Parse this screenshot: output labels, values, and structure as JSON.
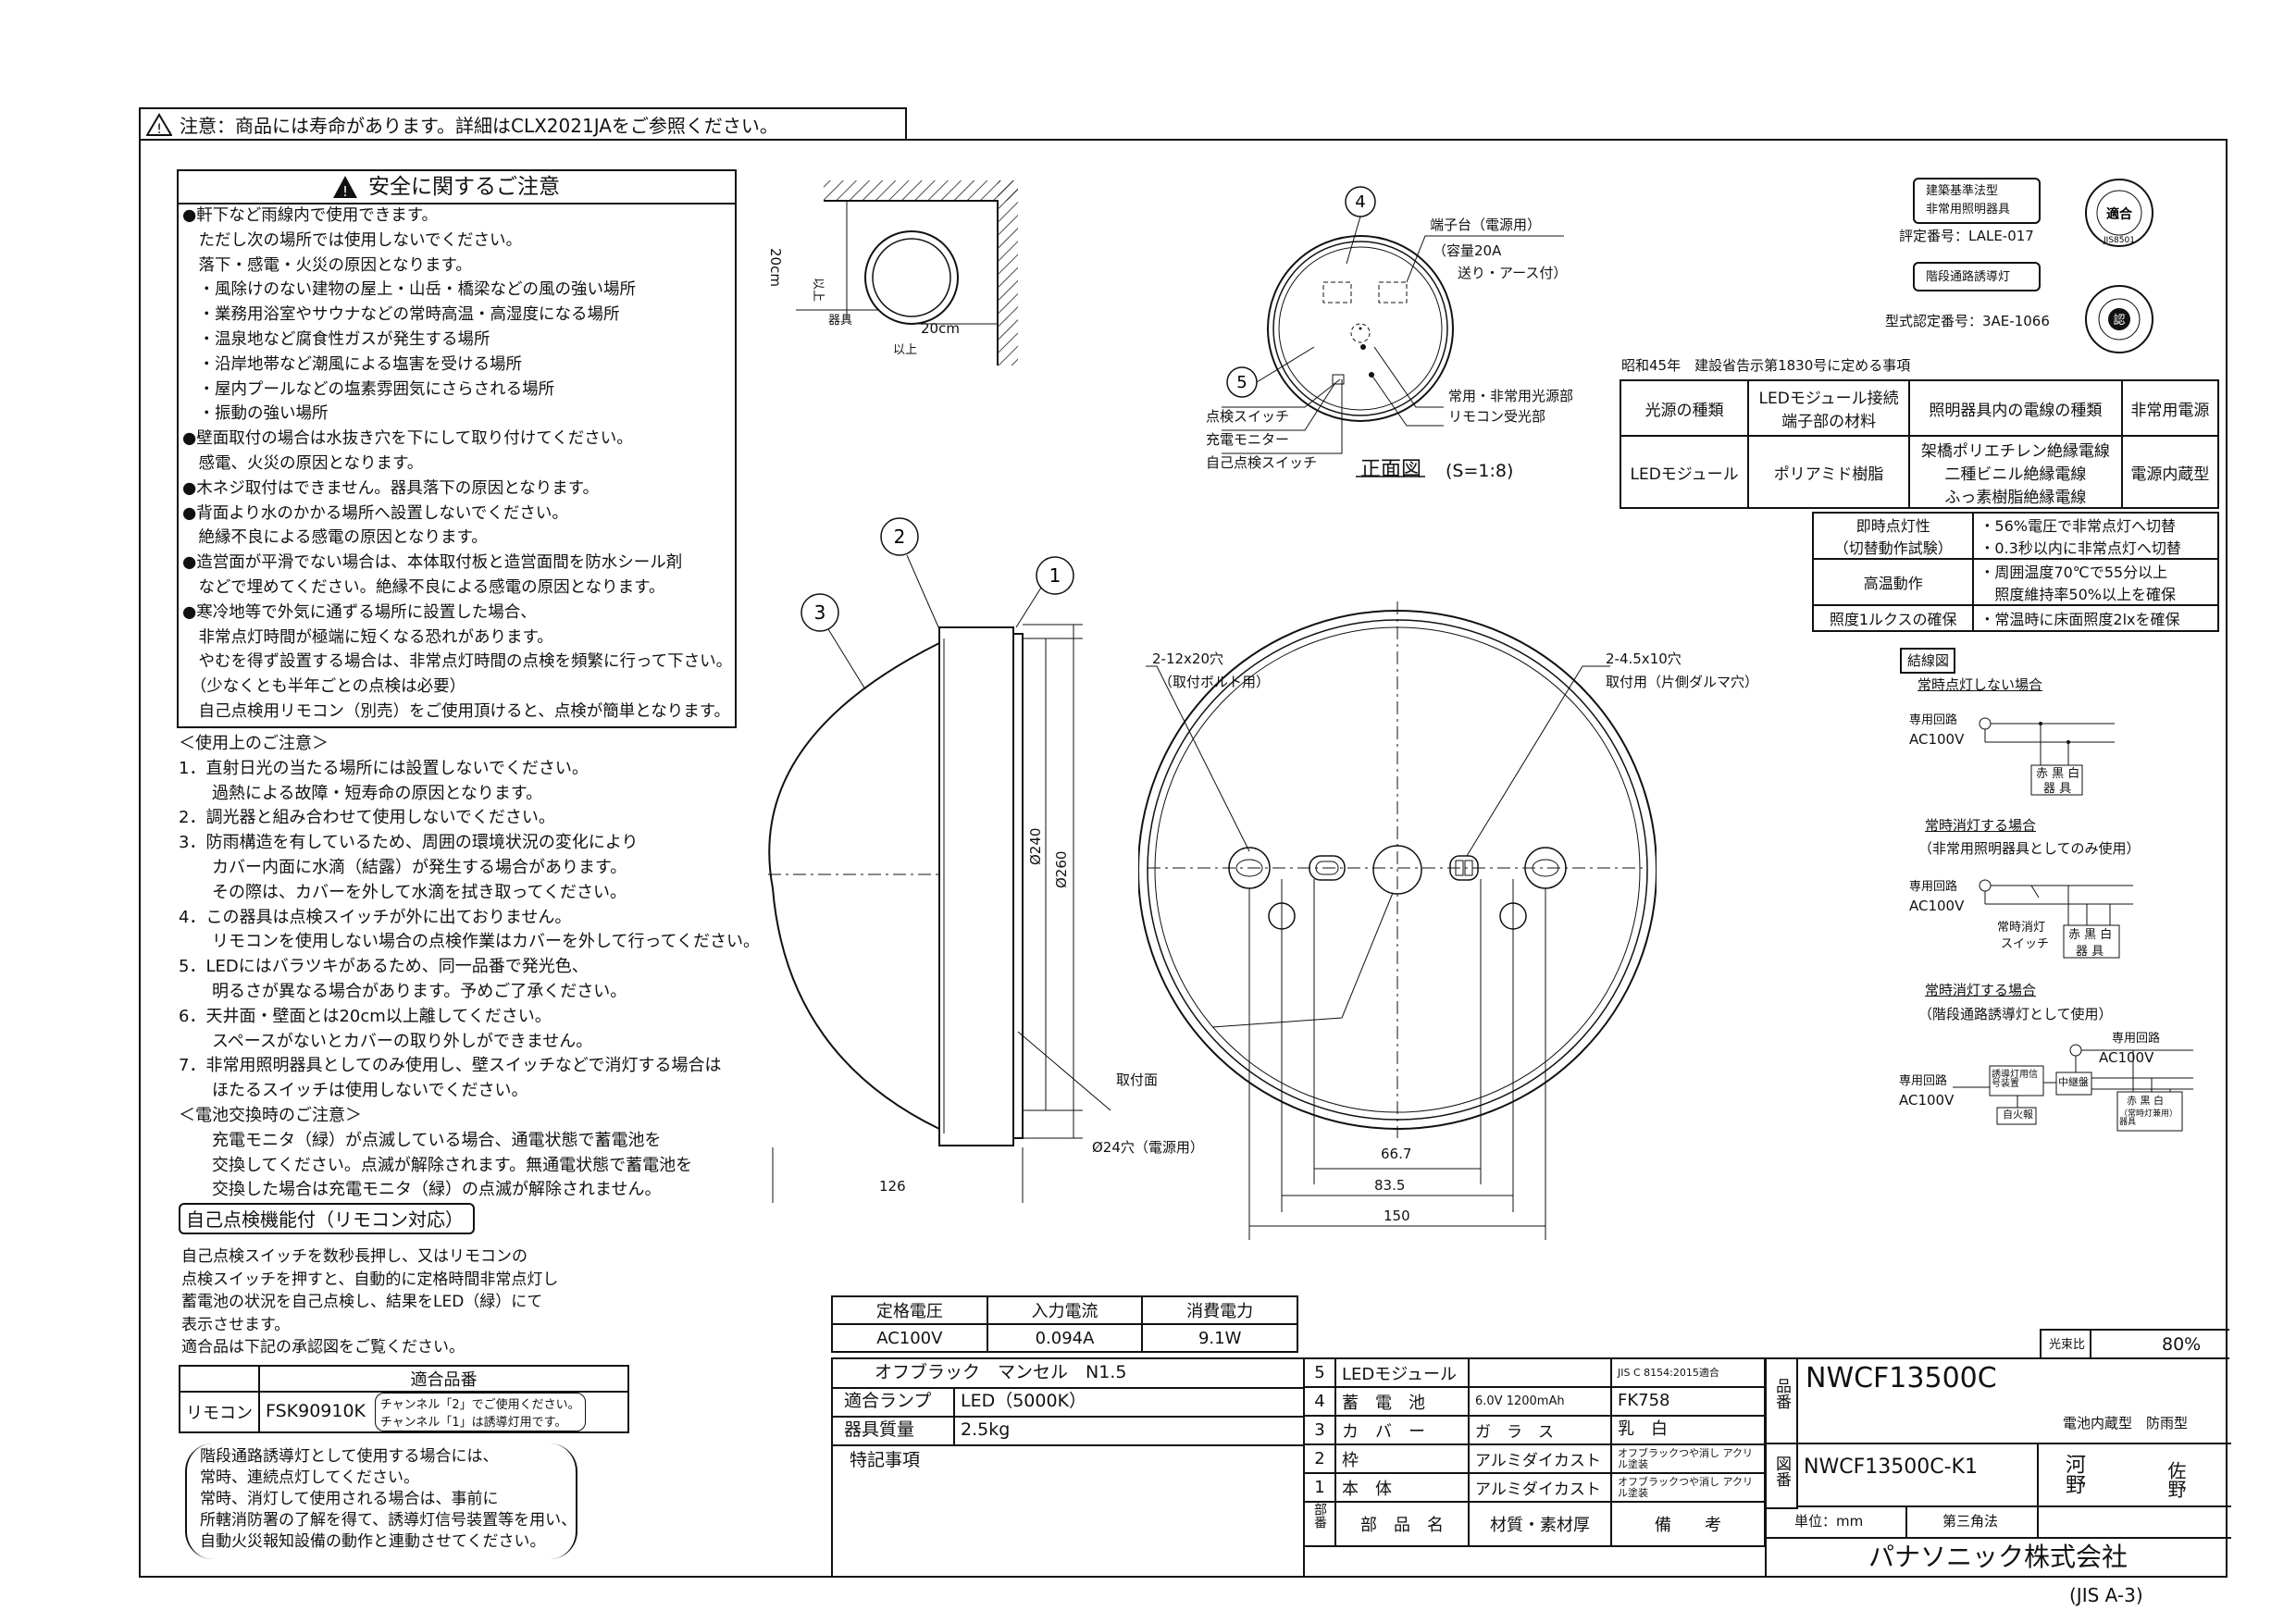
{
  "notice": "注意：商品には寿命があります。詳細はCLX2021JAをご参照ください。",
  "safety": {
    "title": "安全に関するご注意",
    "lines": [
      "●軒下など雨線内で使用できます。",
      "　ただし次の場所では使用しないでください。",
      "　落下・感電・火災の原因となります。",
      "　・風除けのない建物の屋上・山岳・橋梁などの風の強い場所",
      "　・業務用浴室やサウナなどの常時高温・高湿度になる場所",
      "　・温泉地など腐食性ガスが発生する場所",
      "　・沿岸地帯など潮風による塩害を受ける場所",
      "　・屋内プールなどの塩素雰囲気にさらされる場所",
      "　・振動の強い場所",
      "●壁面取付の場合は水抜き穴を下にして取り付けてください。",
      "　感電、火災の原因となります。",
      "●木ネジ取付はできません。器具落下の原因となります。",
      "●背面より水のかかる場所へ設置しないでください。",
      "　絶縁不良による感電の原因となります。",
      "●造営面が平滑でない場合は、本体取付板と造営面間を防水シール剤",
      "　などで埋めてください。絶縁不良による感電の原因となります。",
      "●寒冷地等で外気に通ずる場所に設置した場合、",
      "　非常点灯時間が極端に短くなる恐れがあります。",
      "　やむを得ず設置する場合は、非常点灯時間の点検を頻繁に行って下さい。",
      "　（少なくとも半年ごとの点検は必要）",
      "　自己点検用リモコン（別売）をご使用頂けると、点検が簡単となります。"
    ]
  },
  "usage": {
    "lines": [
      "＜使用上のご注意＞",
      "1．直射日光の当たる場所には設置しないでください。",
      "　　過熱による故障・短寿命の原因となります。",
      "2．調光器と組み合わせて使用しないでください。",
      "3．防雨構造を有しているため、周囲の環境状況の変化により",
      "　　カバー内面に水滴（結露）が発生する場合があります。",
      "　　その際は、カバーを外して水滴を拭き取ってください。",
      "4．この器具は点検スイッチが外に出ておりません。",
      "　　リモコンを使用しない場合の点検作業はカバーを外して行ってください。",
      "5．LEDにはバラツキがあるため、同一品番で発光色、",
      "　　明るさが異なる場合があります。予めご了承ください。",
      "6．天井面・壁面とは20cm以上離してください。",
      "　　スペースがないとカバーの取り外しができません。",
      "7．非常用照明器具としてのみ使用し、壁スイッチなどで消灯する場合は",
      "　　ほたるスイッチは使用しないでください。",
      "＜電池交換時のご注意＞",
      "　　充電モニタ（緑）が点滅している場合、通電状態で蓄電池を",
      "　　交換してください。点滅が解除されます。無通電状態で蓄電池を",
      "　　交換した場合は充電モニタ（緑）の点滅が解除されません。"
    ]
  },
  "selfcheck": {
    "title": "自己点検機能付（リモコン対応）",
    "lines": [
      "自己点検スイッチを数秒長押し、又はリモコンの",
      "点検スイッチを押すと、自動的に定格時間非常点灯し",
      "蓄電池の状況を自己点検し、結果をLED（緑）にて",
      "表示させます。",
      "適合品は下記の承認図をご覧ください。"
    ],
    "table_header": "適合品番",
    "row_label": "リモコン",
    "row_code": "FSK90910K",
    "row_note1": "チャンネル「2」でご使用ください。",
    "row_note2": "チャンネル「1」は誘導灯用です。"
  },
  "stair_note": [
    "階段通路誘導灯として使用する場合には、",
    "常時、連続点灯してください。",
    "常時、消灯して使用される場合は、事前に",
    "所轄消防署の了解を得て、誘導灯信号装置等を用い、",
    "自動火災報知設備の動作と連動させてください。"
  ],
  "install": {
    "dim1": "20cm",
    "dim1b": "以上",
    "fixture": "器具",
    "dim2": "20cm",
    "dim2b": "以上"
  },
  "front_view": {
    "label": "正面図",
    "scale": "(S=1:8)",
    "terminal": "端子台（電源用）",
    "capacity": "（容量20A",
    "capacity2": "送り・アース付）",
    "light_part": "常用・非常用光源部",
    "remote_receiver": "リモコン受光部",
    "check_switch": "点検スイッチ",
    "charge_monitor": "充電モニター",
    "self_check_switch": "自己点検スイッチ",
    "n4": "4",
    "n5": "5"
  },
  "side_view": {
    "n1": "1",
    "n2": "2",
    "n3": "3",
    "d240": "Ø240",
    "d260": "Ø260",
    "mount": "取付面",
    "w126": "126"
  },
  "back_view": {
    "holes1": "2-12x20穴",
    "holes1b": "（取付ボルト用）",
    "holes2": "2-4.5x10穴",
    "holes2b": "取付用（片側ダルマ穴）",
    "power_hole": "Ø24穴（電源用）",
    "d66": "66.7",
    "d83": "83.5",
    "d150": "150"
  },
  "certification": {
    "badge1a": "建築基準法型",
    "badge1b": "非常用照明器具",
    "rating_no": "評定番号：LALE-017",
    "badge2": "階段通路誘導灯",
    "type_no": "型式認定番号：3AE-1066",
    "seal1_center": "適合",
    "seal1_bottom": "JIS8501",
    "seal2_center": "認"
  },
  "notice_1830": "昭和45年　建設省告示第1830号に定める事項",
  "spec_table": {
    "headers": [
      "光源の種類",
      "LEDモジュール接続\n端子部の材料",
      "照明器具内の電線の種類",
      "非常用電源"
    ],
    "row": [
      "LEDモジュール",
      "ポリアミド樹脂",
      "架橋ポリエチレン絶縁電線\n二種ビニル絶縁電線\nふっ素樹脂絶縁電線",
      "電源内蔵型"
    ]
  },
  "perf_table": [
    [
      "即時点灯性\n（切替動作試験）",
      "・56%電圧で非常点灯へ切替\n・0.3秒以内に非常点灯へ切替"
    ],
    [
      "高温動作",
      "・周囲温度70℃で55分以上\n　照度維持率50%以上を確保"
    ],
    [
      "照度1ルクスの確保",
      "・常温時に床面照度2lxを確保"
    ]
  ],
  "wiring": {
    "title": "結線図",
    "case1": "常時点灯しない場合",
    "case2": "常時消灯する場合",
    "case2b": "（非常用照明器具としてのみ使用）",
    "case3": "常時消灯する場合",
    "case3b": "（階段通路誘導灯として使用）",
    "circuit": "専用回路",
    "ac": "AC100V",
    "colors": "赤 黒 白",
    "fixture": "器 具",
    "switch_a": "常時消灯",
    "switch_b": "スイッチ",
    "signal": "誘導灯用信号装置",
    "relay": "中継盤",
    "fire": "自火報",
    "fixture3": "赤 黒 白",
    "fixture3b": "（常時灯兼用）器具"
  },
  "electrical": {
    "headers": [
      "定格電圧",
      "入力電流",
      "消費電力"
    ],
    "values": [
      "AC100V",
      "0.094A",
      "9.1W"
    ]
  },
  "title_block": {
    "color": "オフブラック　マンセル　N1.5",
    "lamp_label": "適合ランプ",
    "lamp": "LED（5000K）",
    "mass_label": "器具質量",
    "mass": "2.5kg",
    "special": "特記事項",
    "parts": [
      {
        "no": "5",
        "name": "LEDモジュール",
        "mat": "",
        "note": "JIS C 8154:2015適合"
      },
      {
        "no": "4",
        "name": "蓄　電　池",
        "mat": "6.0V 1200mAh",
        "note": "FK758"
      },
      {
        "no": "3",
        "name": "カ　バ　ー",
        "mat": "ガ　ラ　ス",
        "note": "乳　白"
      },
      {
        "no": "2",
        "name": "枠",
        "mat": "アルミダイカスト",
        "note": "オフブラックつや消し アクリル塗装"
      },
      {
        "no": "1",
        "name": "本　体",
        "mat": "アルミダイカスト",
        "note": "オフブラックつや消し アクリル塗装"
      }
    ],
    "hdr_no": "部番",
    "hdr_name": "部　品　名",
    "hdr_mat": "材質・素材厚",
    "hdr_note": "備　　考",
    "hinban_label": "品番",
    "hinban": "NWCF13500C",
    "zuban_label": "図番",
    "zuban": "NWCF13500C-K1",
    "luminous_label": "光束比",
    "luminous": "80%",
    "type": "電池内蔵型　防雨型",
    "unit": "単位：mm",
    "angle": "第三角法",
    "approver1": "河野",
    "approver2": "佐野",
    "company": "パナソニック株式会社"
  },
  "sheet": "(JIS A-3)"
}
